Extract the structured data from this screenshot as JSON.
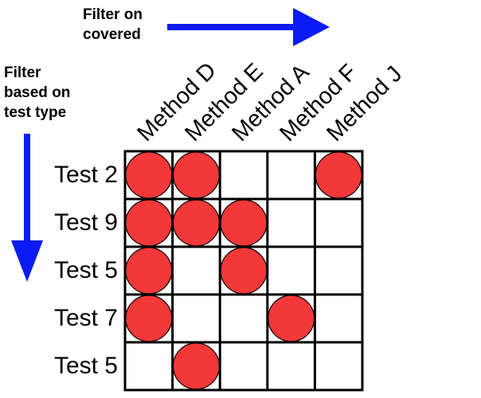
{
  "annotations": {
    "horizontal_note": "Filter on\ncovered",
    "vertical_note": "Filter\nbased on\ntest type"
  },
  "columns": [
    "Method D",
    "Method E",
    "Method A",
    "Method F",
    "Method J"
  ],
  "rows": [
    "Test 2",
    "Test 9",
    "Test 5",
    "Test 7",
    "Test 5"
  ],
  "matrix": [
    [
      1,
      1,
      0,
      0,
      1
    ],
    [
      1,
      1,
      1,
      0,
      0
    ],
    [
      1,
      0,
      1,
      0,
      0
    ],
    [
      1,
      0,
      0,
      1,
      0
    ],
    [
      0,
      1,
      0,
      0,
      0
    ]
  ],
  "colors": {
    "arrow": "#0a1bf5",
    "marker": "#f23838",
    "grid": "#000000"
  }
}
